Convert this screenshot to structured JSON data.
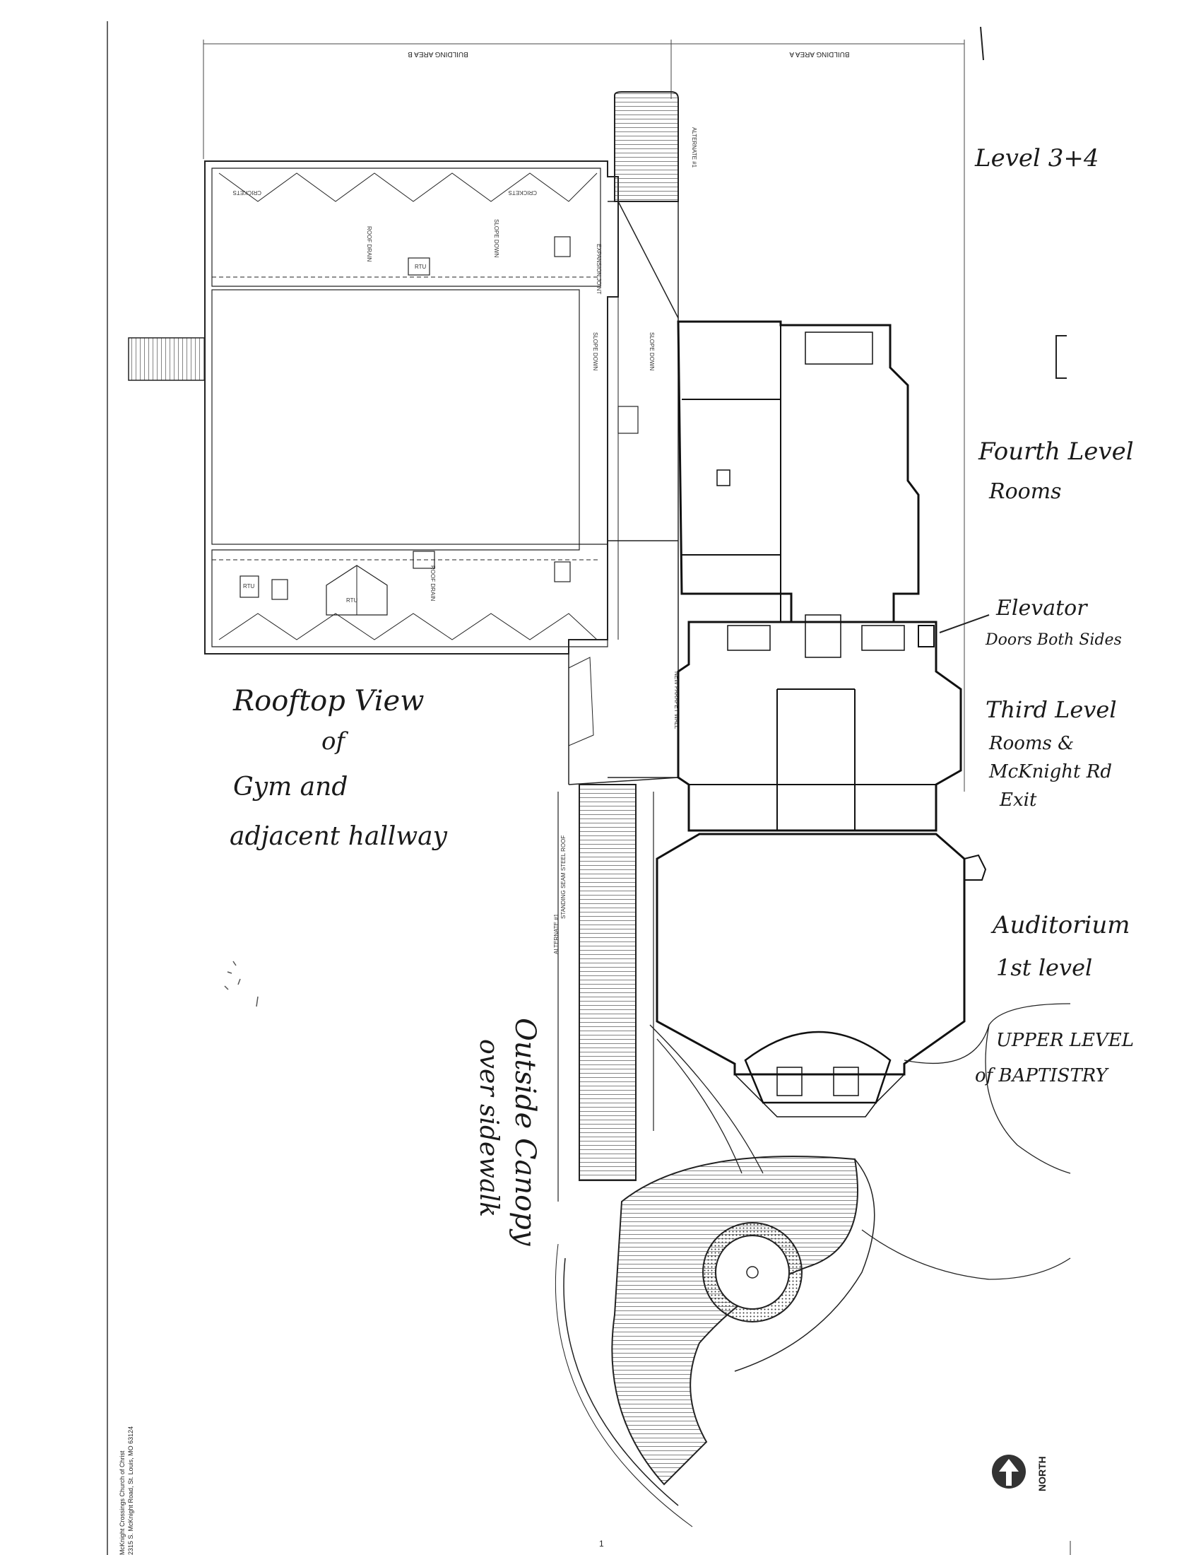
{
  "drawing": {
    "building_area_a": "BUILDING AREA A",
    "building_area_b": "BUILDING AREA B",
    "sheet_number": "1",
    "north_label": "NORTH",
    "title_block": {
      "line1": "McKnight Crossings Church of Christ",
      "line2": "2315 S. McKnight Road, St. Louis, MO 63124"
    },
    "roof_labels": {
      "slope_down": "SLOPE DOWN",
      "roof_drain": "ROOF DRAIN",
      "expansion_joint": "EXPANSION JOINT",
      "rtu": "RTU",
      "crickets": "CRICKETS",
      "alternate_1": "ALTERNATE #1",
      "standing_seam": "STANDING SEAM STEEL ROOF",
      "new_parapet_wall": "NEW PARAPET WALL"
    }
  },
  "annotations": {
    "level_34": "Level 3+4",
    "fourth_level_line1": "Fourth Level",
    "fourth_level_line2": "Rooms",
    "elevator_line1": "Elevator",
    "elevator_line2": "Doors Both Sides",
    "third_level_line1": "Third Level",
    "third_level_line2": "Rooms &",
    "third_level_line3": "McKnight Rd",
    "third_level_line4": "Exit",
    "rooftop_line1": "Rooftop View",
    "rooftop_line2": "of",
    "rooftop_line3": "Gym and",
    "rooftop_line4": "adjacent hallway",
    "auditorium_line1": "Auditorium",
    "auditorium_line2": "1st level",
    "baptistry_line1": "UPPER LEVEL",
    "baptistry_line2": "of BAPTISTRY",
    "canopy_line1": "Outside Canopy",
    "canopy_line2": "over sidewalk"
  }
}
